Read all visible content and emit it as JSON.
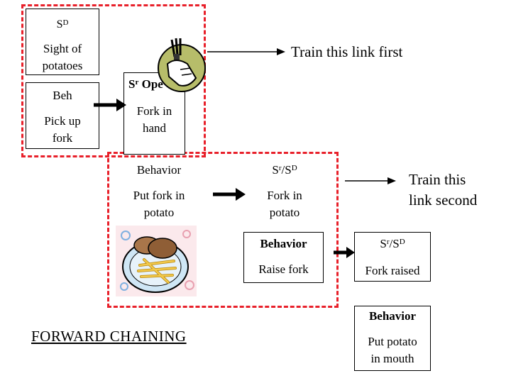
{
  "title": "FORWARD CHAINING",
  "notes": {
    "first": "Train this link first",
    "second_line1": "Train this",
    "second_line2": "link second"
  },
  "step1": {
    "sd_label": "S",
    "sd_sup": "D",
    "sd_line1": "Sight of",
    "sd_line2": "potatoes",
    "beh_label": "Beh",
    "beh_line1": "Pick up",
    "beh_line2": "fork",
    "sr_label": "S",
    "sr_sup": "r",
    "sr_suffix": " Ope",
    "sr_line1": "Fork in",
    "sr_line2": "hand"
  },
  "step2": {
    "beh_label": "Behavior",
    "beh_line1": "Put fork in",
    "beh_line2": "potato",
    "sr_label_a": "S",
    "sr_sup_a": "r",
    "sr_mid": "/S",
    "sr_sup_b": "D",
    "sr_line1": "Fork in",
    "sr_line2": "potato"
  },
  "step3": {
    "beh_label": "Behavior",
    "beh_line1": "Raise fork",
    "sr_label_a": "S",
    "sr_sup_a": "r",
    "sr_mid": "/S",
    "sr_sup_b": "D",
    "sr_line1": "Fork raised"
  },
  "step4": {
    "beh_label": "Behavior",
    "beh_line1": "Put potato",
    "beh_line2": "in mouth"
  },
  "colors": {
    "dashed_border": "#e8202a",
    "clipart_bg": "#fbe9ec",
    "hand_bg": "#b7bd6a"
  }
}
